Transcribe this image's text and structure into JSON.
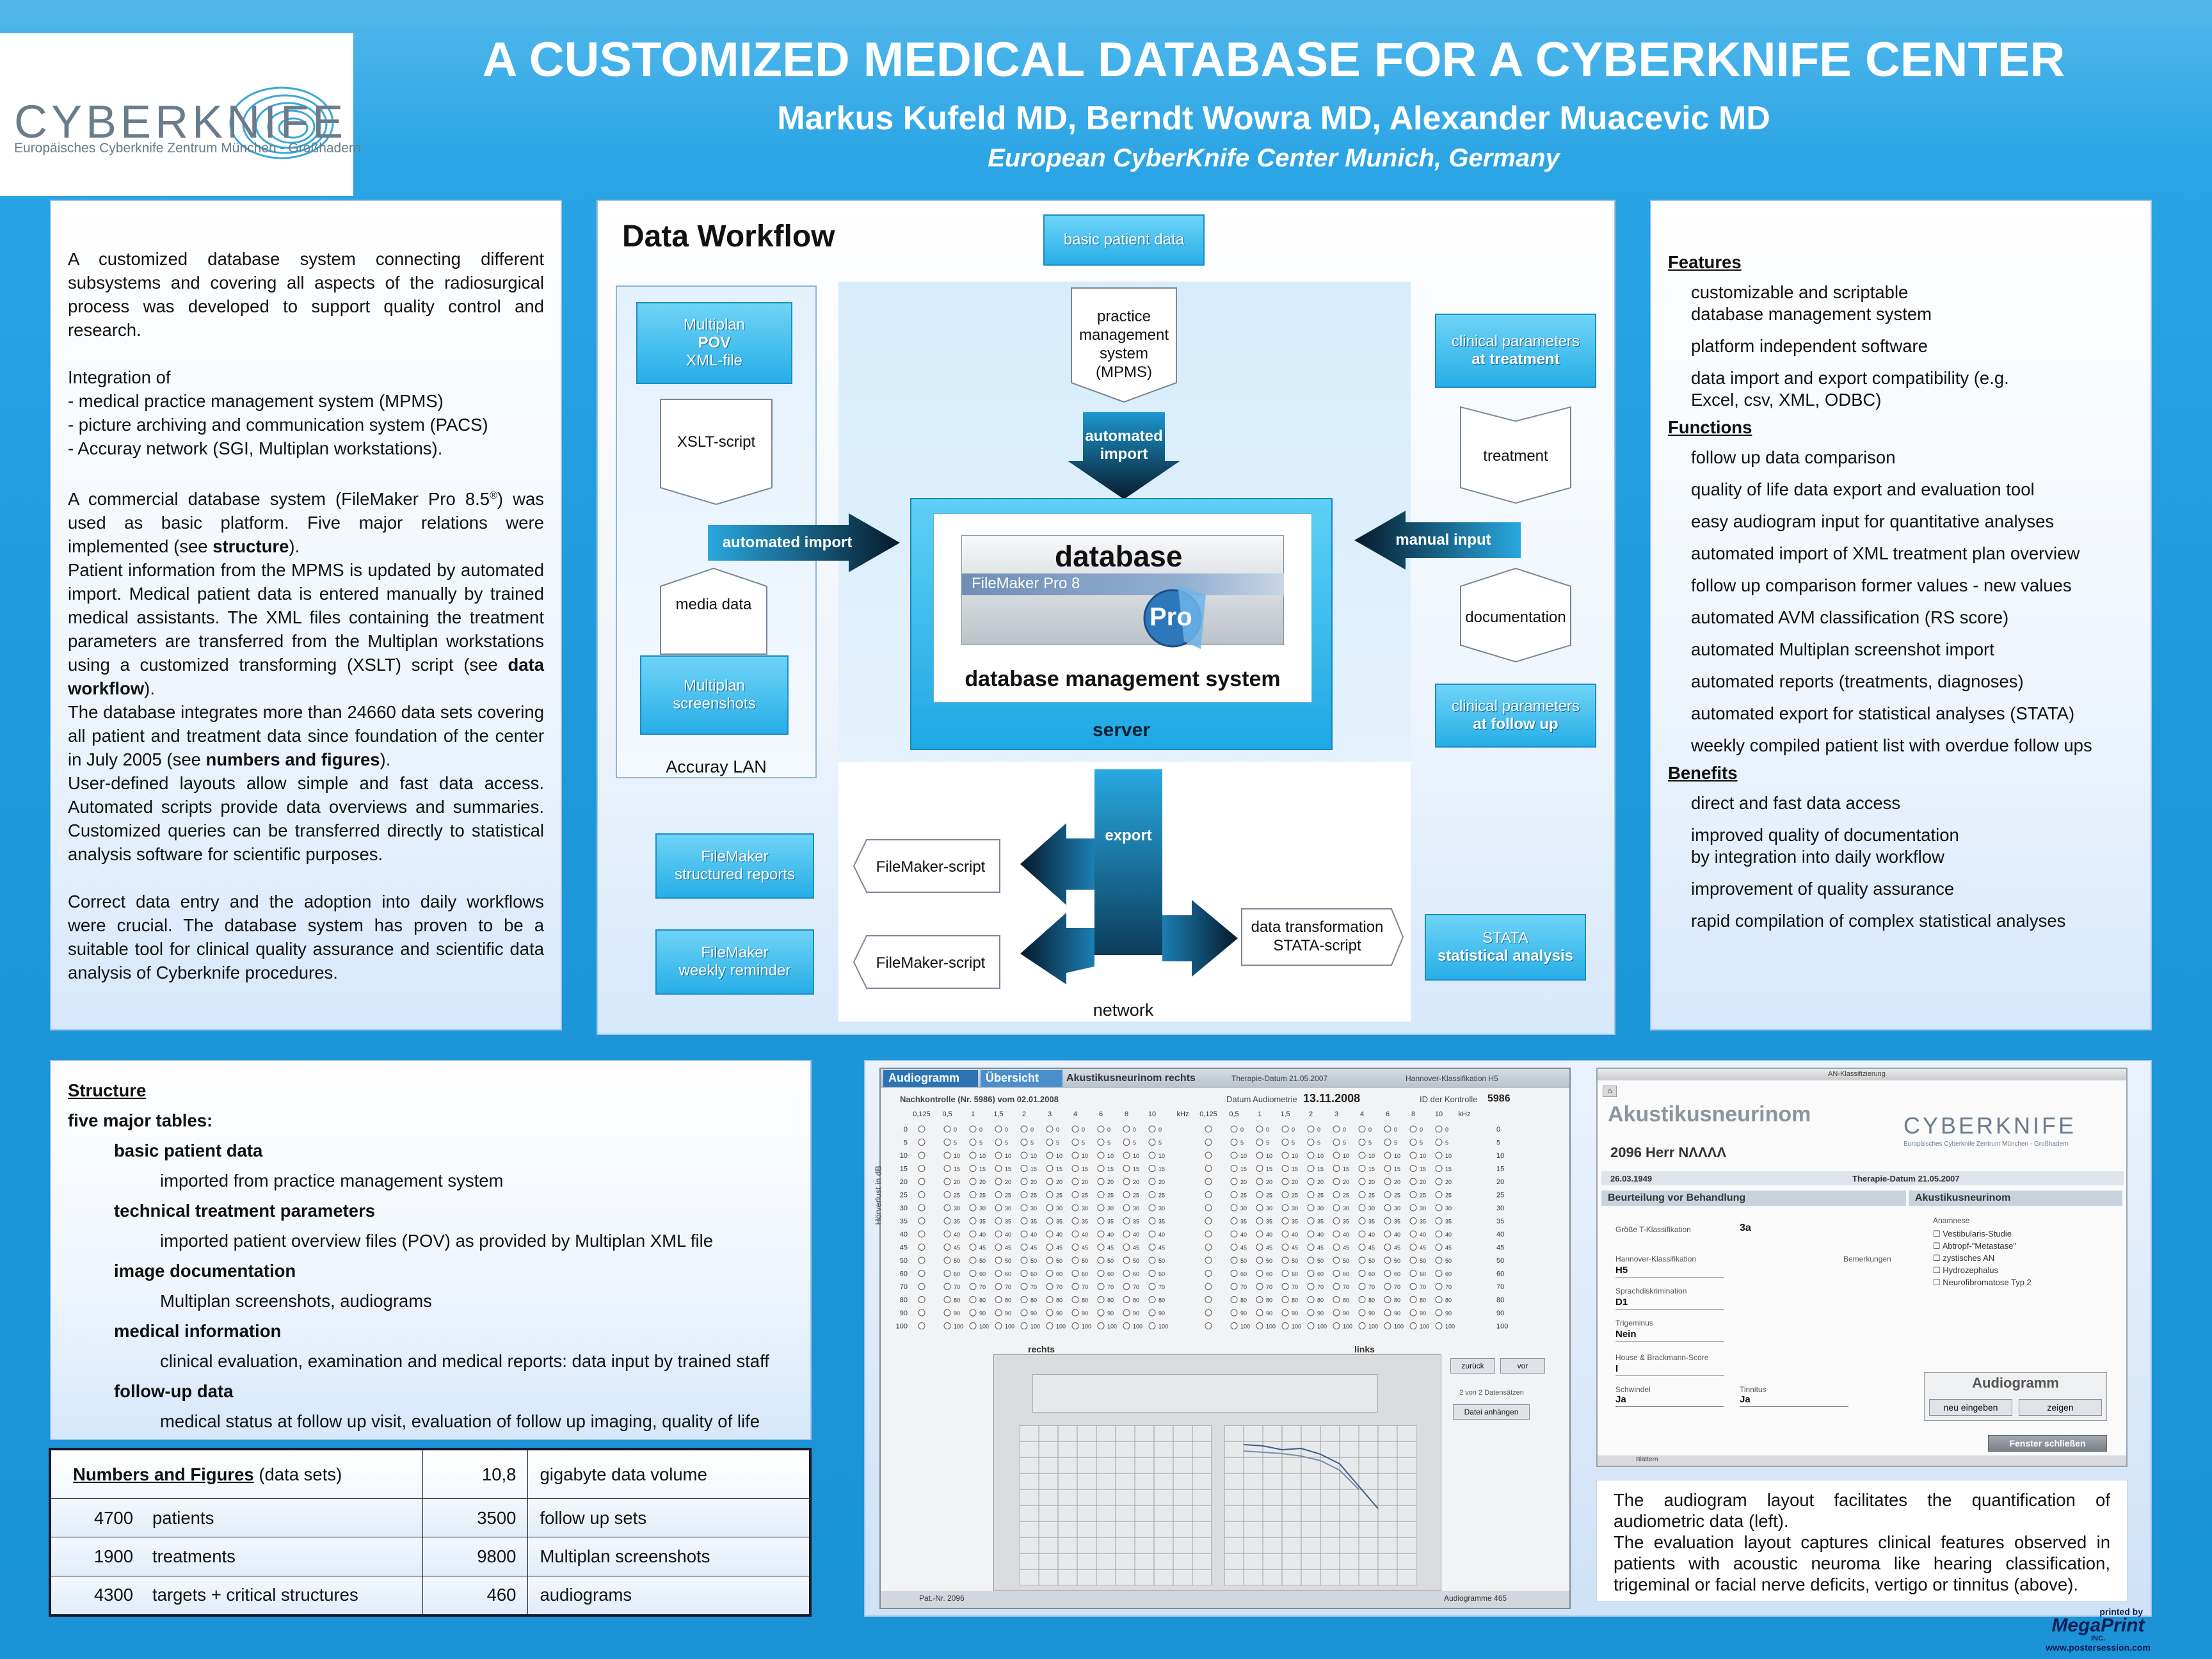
{
  "header": {
    "logo_word": "CYBERKNIFE",
    "logo_sub": "Europäisches Cyberknife Zentrum München - Großhadern",
    "title": "A CUSTOMIZED MEDICAL DATABASE FOR A CYBERKNIFE CENTER",
    "authors": "Markus Kufeld MD, Berndt Wowra MD, Alexander Muacevic MD",
    "affiliation": "European CyberKnife Center Munich, Germany"
  },
  "intro": {
    "p1": "A customized database system connecting different subsystems and covering all aspects of the radiosurgical process was developed to support quality control and research.",
    "integration_head": "Integration of",
    "integration_items": [
      "- medical practice management system (MPMS)",
      "- picture archiving and communication system (PACS)",
      "- Accuray network (SGI, Multiplan workstations)."
    ],
    "p3a": "A commercial database system (FileMaker Pro 8.5",
    "p3_reg": "®",
    "p3b": ") was used as basic platform. Five major relations were implemented (see ",
    "p3_bold": "structure",
    "p3c": ").",
    "p4a": "Patient information from the MPMS is updated by automated import. Medical patient data is entered manually by trained medical assistants. The XML files containing the treatment parameters are transferred from the Multiplan workstations using a customized transforming (XSLT) script (see ",
    "p4_bold": "data workflow",
    "p4b": ").",
    "p5a": "The database integrates more than 24660 data sets covering all patient and treatment data since foundation of the center in July 2005 (see ",
    "p5_bold": "numbers and figures",
    "p5b": ").",
    "p6": "User-defined layouts allow simple and fast data access. Automated scripts provide data overviews and summaries. Customized queries can be transferred directly to statistical analysis software for scientific purposes.",
    "p7": "Correct data entry and the adoption into daily workflows were crucial. The database system has proven to be a suitable tool for clinical quality assurance and scientific data analysis of Cyberknife procedures."
  },
  "workflow": {
    "title": "Data Workflow",
    "basic_patient_data": "basic patient data",
    "multiplan_pov": [
      "Multiplan",
      "POV",
      "XML-file"
    ],
    "xslt_script": "XSLT-script",
    "media_data": "media data",
    "multiplan_screenshots": [
      "Multiplan",
      "screenshots"
    ],
    "accuray_lan": "Accuray LAN",
    "practice_mgmt": [
      "practice",
      "management",
      "system",
      "(MPMS)"
    ],
    "automated_import_top": [
      "automated",
      "import"
    ],
    "automated_import_left": "automated import",
    "manual_input": "manual input",
    "clinical_treatment": [
      "clinical parameters",
      "at treatment"
    ],
    "treatment": "treatment",
    "documentation": "documentation",
    "clinical_followup": [
      "clinical parameters",
      "at follow up"
    ],
    "db_word": "database",
    "db_product": "FileMaker Pro 8",
    "db_pro": "Pro",
    "dbms": "database management system",
    "server": "server",
    "export": "export",
    "network": "network",
    "fm_structured": [
      "FileMaker",
      "structured reports"
    ],
    "fm_weekly": [
      "FileMaker",
      "weekly reminder"
    ],
    "fm_script": "FileMaker-script",
    "data_transformation": [
      "data transformation",
      "STATA-script"
    ],
    "stata": [
      "STATA",
      "statistical analysis"
    ]
  },
  "features": {
    "features_head": "Features",
    "features_items": [
      "customizable and scriptable database management system",
      "platform independent software",
      "data import and export compatibility (e.g. Excel, csv, XML, ODBC)"
    ],
    "functions_head": "Functions",
    "functions_items": [
      "follow up data comparison",
      "quality of life data export and evaluation tool",
      "easy audiogram input for quantitative analyses",
      "automated import of XML treatment plan overview",
      "follow up comparison former values -  new values",
      "automated AVM classification (RS score)",
      "automated Multiplan screenshot import",
      "automated reports (treatments, diagnoses)",
      "automated export for statistical analyses (STATA)",
      "weekly compiled patient list with overdue follow ups"
    ],
    "benefits_head": "Benefits",
    "benefits_items": [
      "direct and fast data access",
      "improved quality of documentation by integration into daily workflow",
      "improvement of quality assurance",
      "rapid compilation of complex statistical analyses"
    ]
  },
  "structure": {
    "head": "Structure",
    "subhead": "five major tables:",
    "tables": [
      {
        "name": "basic patient data",
        "desc": "imported from practice management system"
      },
      {
        "name": "technical treatment parameters",
        "desc": "imported patient overview files (POV) as provided by Multiplan XML file"
      },
      {
        "name": "image documentation",
        "desc": "Multiplan screenshots, audiograms"
      },
      {
        "name": "medical information",
        "desc": "clinical evaluation, examination and medical reports: data input by trained staff"
      },
      {
        "name": "follow-up data",
        "desc": "medical status at follow up visit, evaluation of follow up imaging, quality of life"
      }
    ]
  },
  "numbers": {
    "head": "Numbers and Figures",
    "head_suffix": " (data sets)",
    "top_value": "10,8",
    "top_label": "gigabyte data volume",
    "rows": [
      {
        "v1": "4700",
        "l1": "patients",
        "v2": "3500",
        "l2": "follow up sets"
      },
      {
        "v1": "1900",
        "l1": "treatments",
        "v2": "9800",
        "l2": "Multiplan screenshots"
      },
      {
        "v1": "4300",
        "l1": "targets + critical structures",
        "v2": "460",
        "l2": "audiograms"
      }
    ]
  },
  "audiogram_screen": {
    "tab1": "Audiogramm",
    "tab2": "Übersicht",
    "tab3": "Akustikusneurinom rechts",
    "therapy_date": "Therapie-Datum  21.05.2007",
    "hannover": "Hannover-Klassifikation  H5",
    "nachkontrolle": "Nachkontrolle (Nr. 5986) vom  02.01.2008",
    "datum_audiometrie": "Datum Audiometrie",
    "audiometrie_date": "13.11.2008",
    "id_kontrolle": "ID der Kontrolle",
    "id_value": "5986",
    "freq_left": [
      "0,125",
      "0,5",
      "1",
      "1,5",
      "2",
      "3",
      "4",
      "6",
      "8",
      "10"
    ],
    "freq_right": [
      "kHz",
      "0,125",
      "0,5",
      "1",
      "1,5",
      "2",
      "3",
      "4",
      "6",
      "8",
      "10",
      "kHz"
    ],
    "db_levels": [
      "0",
      "5",
      "10",
      "15",
      "20",
      "25",
      "30",
      "35",
      "40",
      "45",
      "50",
      "60",
      "70",
      "80",
      "90",
      "100"
    ],
    "ylabel": "Hörverlust in dB",
    "rechts": "rechts",
    "links": "links",
    "btn_zuruck": "zurück",
    "btn_vor": "vor",
    "zoom_text": "2 von 2 Datensätzen",
    "btn_datei": "Datei anhängen",
    "footer_left": "Pat.-Nr. 2096",
    "footer_right": "Audiogramme 465"
  },
  "akustik_screen": {
    "window_title": "AN-Klassifizierung",
    "heading": "Akustikusneurinom",
    "logo": "CYBERKNIFE",
    "logo_sub": "Europäisches Cyberknife Zentrum München - Großhadern",
    "patient": "2096   Herr NΛΛΛΛ",
    "dob": "26.03.1949",
    "therapie": "Therapie-Datum  21.05.2007",
    "section_left": "Beurteilung vor Behandlung",
    "section_right": "Akustikusneurinom",
    "t_klass_label": "Größe T-Klassifikation",
    "t_klass": "3a",
    "hannover_label": "Hannover-Klassifikation",
    "bemerkungen": "Bemerkungen",
    "hannover": "H5",
    "sprach_label": "Sprachdiskrimination",
    "sprach": "D1",
    "trigeminus_label": "Trigeminus",
    "trigeminus": "Nein",
    "hb_label": "House & Brackmann-Score",
    "hb": "I",
    "schwindel_label": "Schwindel",
    "schwindel": "Ja",
    "tinnitus_label": "Tinnitus",
    "tinnitus": "Ja",
    "anamnese": "Anamnese",
    "checks": [
      "Vestibularis-Studie",
      "Abtropf-\"Metastase\"",
      "zystisches AN",
      "Hydrozephalus",
      "Neurofibromatose Typ 2"
    ],
    "audiogramm": "Audiogramm",
    "btn_neu": "neu eingeben",
    "btn_zeigen": "zeigen",
    "btn_close": "Fenster schließen",
    "status": "Blättern"
  },
  "caption": {
    "text1": "The audiogram layout facilitates the quantification of audiometric data (left).",
    "text2": "The evaluation layout captures clinical features observed in patients with acoustic neuroma like hearing classification, trigeminal or facial nerve deficits, vertigo or tinnitus (above)."
  },
  "printed_by": {
    "line1": "printed by",
    "line2": "MegaPrint",
    "line3": "INC.",
    "line4": "www.postersession.com"
  },
  "colors": {
    "background": "#1d97da",
    "button_blue": "#27aee7",
    "dark_arrow": "#0e3a55",
    "panel_border": "#9ec4e8"
  }
}
